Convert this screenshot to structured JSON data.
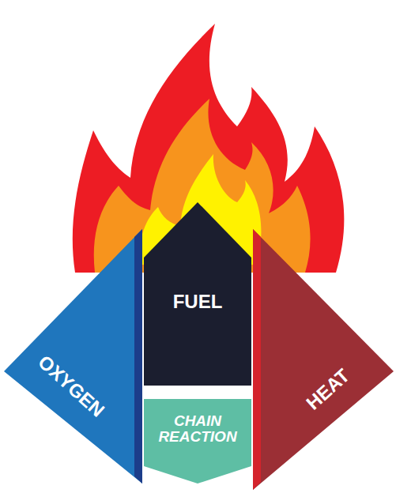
{
  "diagram": {
    "nodes": [
      {
        "text": [
          "FUEL"
        ]
      },
      {
        "text": [
          "OXYGEN"
        ]
      },
      {
        "text": [
          "HEAT"
        ]
      },
      {
        "text": [
          "CHAIN REACTION"
        ]
      }
    ]
  }
}
